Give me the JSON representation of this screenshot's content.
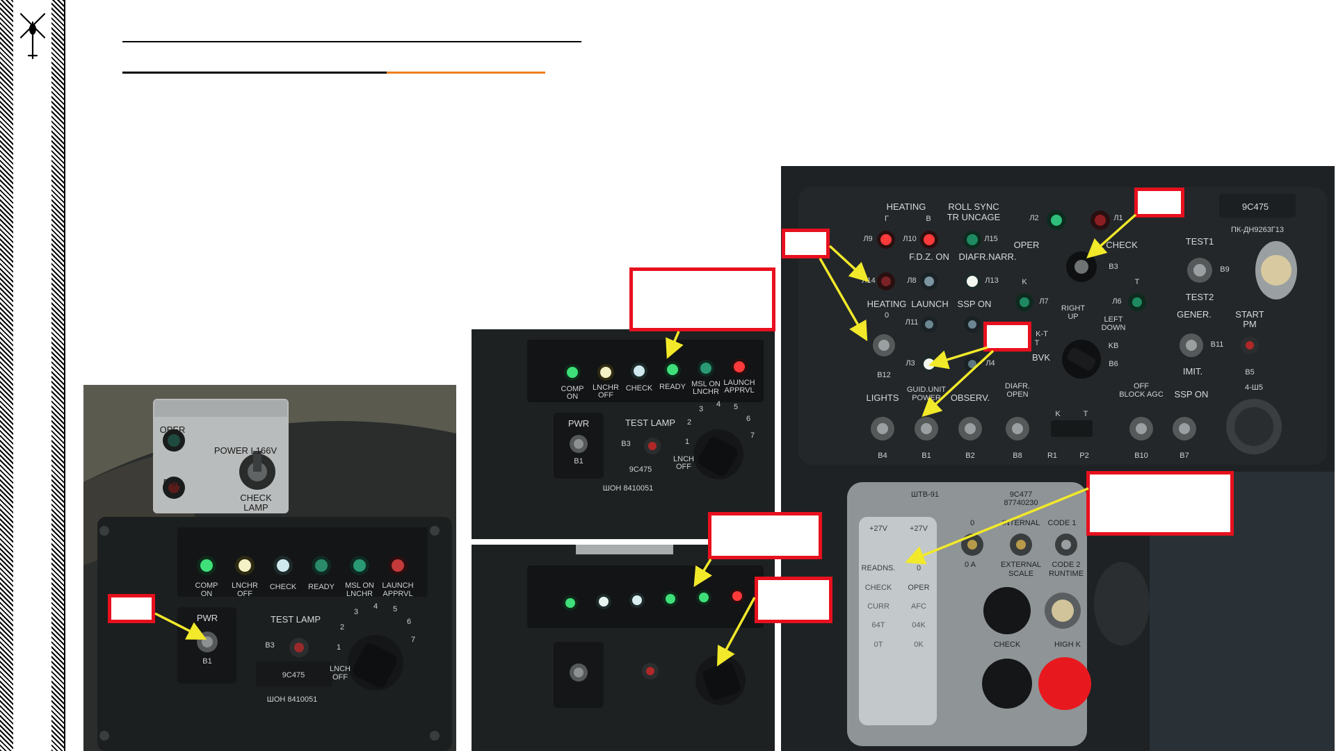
{
  "colors": {
    "accent_orange": "#f07d1e",
    "callout_red": "#e8101e",
    "arrow_yellow": "#f2e92a",
    "lamp_green": "#3fe07a",
    "lamp_red": "#ff2a2a",
    "lamp_white": "#f2f7f0"
  },
  "panel_a": {
    "oper": "OPER",
    "fail": "FAIL",
    "power": "POWER L166V",
    "check_lamp_1": "CHECK",
    "check_lamp_2": "LAMP",
    "lamps": [
      {
        "l1": "COMP",
        "l2": "ON"
      },
      {
        "l1": "LNCHR",
        "l2": "OFF"
      },
      {
        "l1": "CHECK",
        "l2": ""
      },
      {
        "l1": "READY",
        "l2": ""
      },
      {
        "l1": "MSL ON",
        "l2": "LNCHR"
      },
      {
        "l1": "LAUNCH",
        "l2": "APPRVL"
      }
    ],
    "pwr": "PWR",
    "b1": "B1",
    "test_lamp": "TEST LAMP",
    "b3": "B3",
    "model": "9C475",
    "serial": "ШОН 8410051",
    "dial_nums": [
      "1",
      "2",
      "3",
      "4",
      "5",
      "6",
      "7"
    ],
    "lnch_1": "LNCH",
    "lnch_2": "OFF"
  },
  "panel_b": {
    "lamps": [
      {
        "l1": "COMP",
        "l2": "ON"
      },
      {
        "l1": "LNCHR",
        "l2": "OFF"
      },
      {
        "l1": "CHECK",
        "l2": ""
      },
      {
        "l1": "READY",
        "l2": ""
      },
      {
        "l1": "MSL ON",
        "l2": "LNCHR"
      },
      {
        "l1": "LAUNCH",
        "l2": "APPRVL"
      }
    ],
    "pwr": "PWR",
    "b1": "B1",
    "test_lamp": "TEST LAMP",
    "b3": "B3",
    "model": "9C475",
    "serial": "ШОН 8410051",
    "dial_nums": [
      "1",
      "2",
      "3",
      "4",
      "5",
      "6",
      "7"
    ],
    "lnch_1": "LNCH",
    "lnch_2": "OFF"
  },
  "panel_d": {
    "heating": "HEATING",
    "gamma": "Г",
    "b_sym": "В",
    "roll_sync": "ROLL SYNC",
    "tr_uncage": "TR UNCAGE",
    "l2": "Л2",
    "l1": "Л1",
    "oper": "OPER",
    "check": "CHECK",
    "b3": "B3",
    "l9": "Л9",
    "l10": "Л10",
    "l15": "Л15",
    "fdz_on": "F.D.Z. ON",
    "diafr_narr": "DIAFR.NARR.",
    "l14": "Л14",
    "l8": "Л8",
    "l13": "Л13",
    "k": "K",
    "l7": "Л7",
    "l6": "Л6",
    "t": "T",
    "heating2": "HEATING",
    "zero": "0",
    "launch": "LAUNCH",
    "ssp_on": "SSP ON",
    "l11": "Л11",
    "right_up_1": "RIGHT",
    "right_up_2": "UP",
    "left_down_1": "LEFT",
    "left_down_2": "DOWN",
    "b12": "B12",
    "l3": "Л3",
    "l4": "Л4",
    "kt": "K-T",
    "bt": "T",
    "bvk": "BVK",
    "kb": "KB",
    "b6": "B6",
    "test1": "TEST1",
    "b9": "B9",
    "test2": "TEST2",
    "gener": "GENER.",
    "b11": "B11",
    "imit": "IMIT.",
    "start_pm_1": "START",
    "start_pm_2": "PM",
    "b5": "B5",
    "part_no": "ПК-ДН9263Г13",
    "model": "9C475",
    "conn": "4-Ш5",
    "lights": "LIGHTS",
    "guid_unit_1": "GUID.UNIT",
    "guid_unit_2": "POWER",
    "observ": "OBSERV.",
    "diafr_open_1": "DIAFR.",
    "diafr_open_2": "OPEN",
    "off_block_1": "OFF",
    "off_block_2": "BLOCK AGC",
    "ssp_on2": "SSP ON",
    "b4": "B4",
    "b1": "B1",
    "b2": "B2",
    "b8": "B8",
    "r1": "R1",
    "p2": "P2",
    "bk": "K",
    "bt2": "T",
    "b10": "B10",
    "b7": "B7",
    "lower_title": "ШТВ-91",
    "lower_id_1": "9C477",
    "lower_id_2": "87740230",
    "p27a": "+27V",
    "p27b": "+27V",
    "readns": "READNS.",
    "zero_b": "0",
    "check_b": "CHECK",
    "oper_b": "OPER",
    "curr": "CURR",
    "afc": "AFC",
    "s64t": "64T",
    "s04k": "04K",
    "s0t": "0T",
    "s0k": "0K",
    "zero_top": "0",
    "internal": "INTERNAL",
    "code1": "CODE 1",
    "zero_a": "0 A",
    "external_1": "EXTERNAL",
    "external_2": "SCALE",
    "code2_1": "CODE 2",
    "code2_2": "RUNTIME",
    "check_c": "CHECK",
    "high_k": "HIGH K"
  }
}
